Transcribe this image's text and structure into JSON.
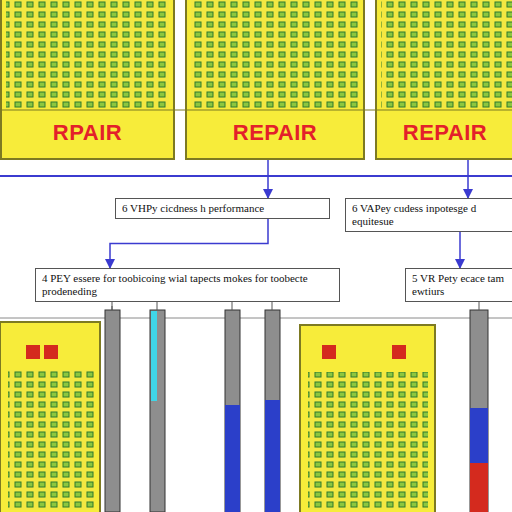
{
  "diagram": {
    "nodes": [
      {
        "text": [
          "RPAIR"
        ]
      },
      {
        "text": [
          "REPAIR"
        ]
      },
      {
        "text": [
          "REPAIR"
        ]
      },
      {
        "text": [
          "6 VHPy cicdness h performance"
        ]
      },
      {
        "text": [
          "6 VAPey cudess inpotesge d equitesue"
        ]
      },
      {
        "text": [
          "4 PEY essere for toobicoing wial tapects mokes for toobecte prodeneding"
        ]
      },
      {
        "text": [
          "5 VR Pety ecace tam ewtiurs"
        ]
      }
    ],
    "edges": [
      {
        "from": 1,
        "to": 3,
        "arrow": "to"
      },
      {
        "from": 2,
        "to": 4,
        "arrow": "to"
      },
      {
        "from": 3,
        "to": 5,
        "arrow": "to"
      },
      {
        "from": 4,
        "to": 6,
        "arrow": "to"
      }
    ]
  }
}
